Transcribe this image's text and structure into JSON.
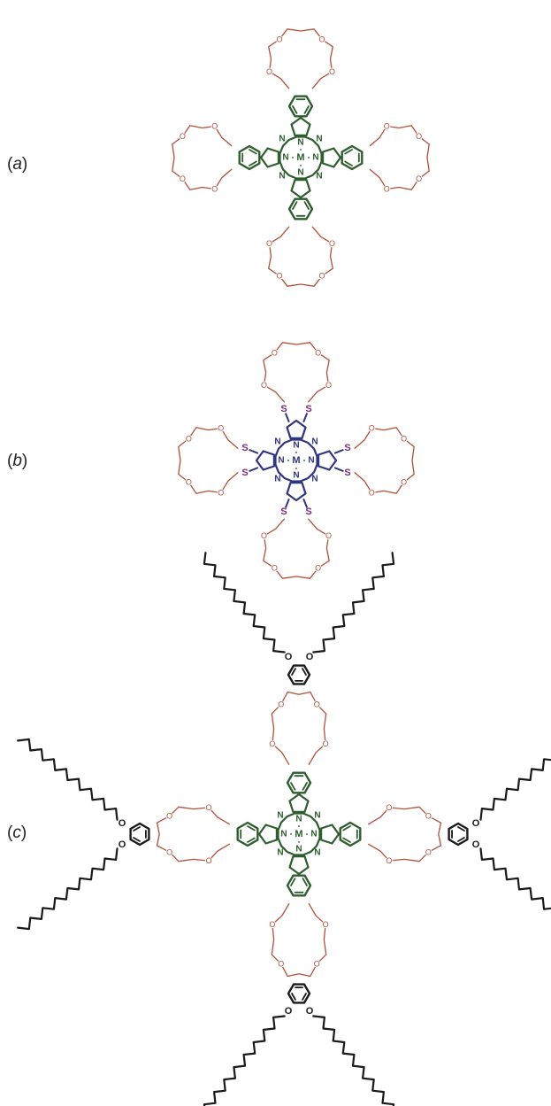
{
  "panels": [
    {
      "id": "a",
      "label_open": "(",
      "label_letter": "a",
      "label_close": ")"
    },
    {
      "id": "b",
      "label_open": "(",
      "label_letter": "b",
      "label_close": ")"
    },
    {
      "id": "c",
      "label_open": "(",
      "label_letter": "c",
      "label_close": ")"
    }
  ],
  "atoms": {
    "metal": "M",
    "nitrogen": "N",
    "oxygen": "O",
    "sulfur": "S"
  },
  "colors": {
    "core_a": "#2e5d2e",
    "core_b": "#2f3580",
    "core_c": "#2e5d2e",
    "crown": "#b0503a",
    "sulfur": "#7a2c7a",
    "chain": "#1a1a1a"
  }
}
